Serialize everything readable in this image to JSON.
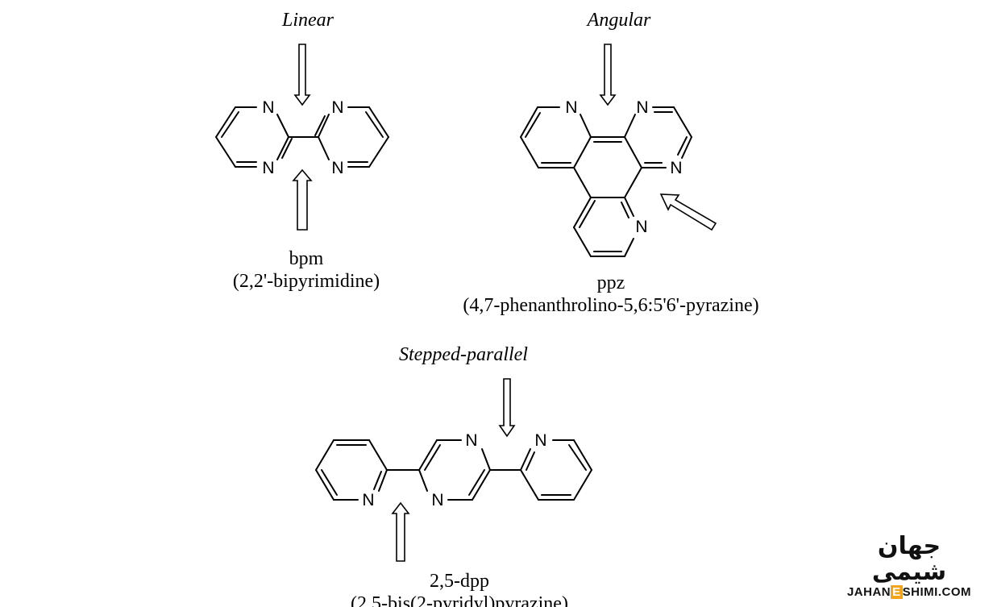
{
  "labels": {
    "linear": "Linear",
    "angular": "Angular",
    "stepped": "Stepped-parallel"
  },
  "bpm": {
    "abbr": "bpm",
    "full": "(2,2'-bipyrimidine)"
  },
  "ppz": {
    "abbr": "ppz",
    "full": "(4,7-phenanthrolino-5,6:5'6'-pyrazine)"
  },
  "dpp": {
    "abbr": "2,5-dpp",
    "full": "(2,5-bis(2-pyridyl)pyrazine)"
  },
  "atoms": {
    "nitrogen": "N"
  },
  "watermark": {
    "persian": "جهان شیمی",
    "latin_before": "JAHAN",
    "latin_mark": "E",
    "latin_after": "SHIMI.COM"
  }
}
